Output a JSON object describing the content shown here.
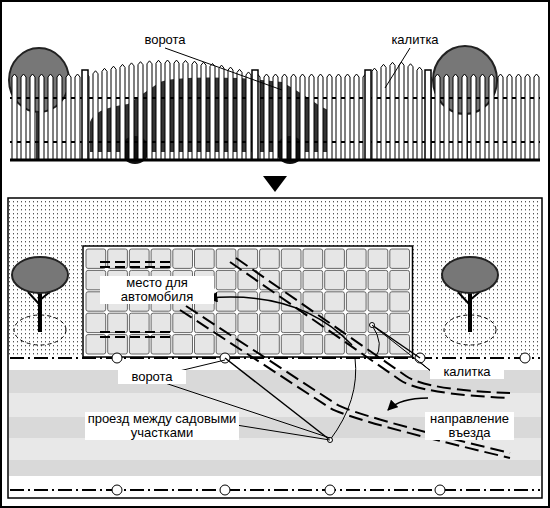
{
  "diagram": {
    "labels": [
      "ворота",
      "калитка",
      "место для автомобиля",
      "ворота",
      "калитка",
      "проезд между садовыми участками",
      "направление въезда"
    ]
  }
}
